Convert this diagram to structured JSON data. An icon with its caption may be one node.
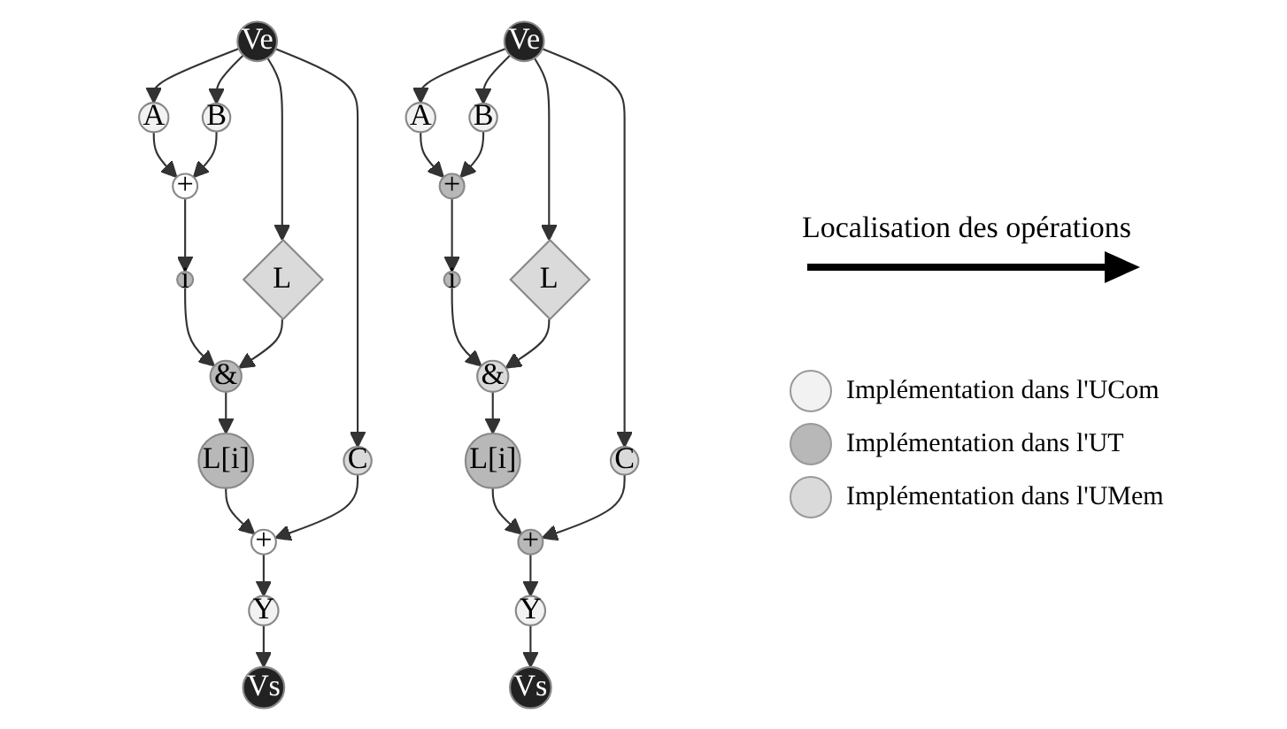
{
  "diagram": {
    "nodes": [
      {
        "text": [
          "Ve"
        ]
      },
      {
        "text": [
          "A"
        ]
      },
      {
        "text": [
          "B"
        ]
      },
      {
        "text": [
          "+"
        ]
      },
      {
        "text": [
          "i"
        ]
      },
      {
        "text": [
          "L"
        ]
      },
      {
        "text": [
          "&"
        ]
      },
      {
        "text": [
          "L[i]"
        ]
      },
      {
        "text": [
          "C"
        ]
      },
      {
        "text": [
          "+"
        ]
      },
      {
        "text": [
          "Y"
        ]
      },
      {
        "text": [
          "Vs"
        ]
      },
      {
        "text": [
          "Ve"
        ]
      },
      {
        "text": [
          "A"
        ]
      },
      {
        "text": [
          "B"
        ]
      },
      {
        "text": [
          "+"
        ]
      },
      {
        "text": [
          "i"
        ]
      },
      {
        "text": [
          "L"
        ]
      },
      {
        "text": [
          "&"
        ]
      },
      {
        "text": [
          "L[i]"
        ]
      },
      {
        "text": [
          "C"
        ]
      },
      {
        "text": [
          "+"
        ]
      },
      {
        "text": [
          "Y"
        ]
      },
      {
        "text": [
          "Vs"
        ]
      }
    ],
    "edges": [
      {
        "from": 0,
        "to": 1,
        "arrow": "to"
      },
      {
        "from": 0,
        "to": 2,
        "arrow": "to"
      },
      {
        "from": 1,
        "to": 3,
        "arrow": "to"
      },
      {
        "from": 2,
        "to": 3,
        "arrow": "to"
      },
      {
        "from": 3,
        "to": 4,
        "arrow": "to"
      },
      {
        "from": 0,
        "to": 5,
        "arrow": "to"
      },
      {
        "from": 4,
        "to": 6,
        "arrow": "to"
      },
      {
        "from": 5,
        "to": 6,
        "arrow": "to"
      },
      {
        "from": 6,
        "to": 7,
        "arrow": "to"
      },
      {
        "from": 0,
        "to": 8,
        "arrow": "to"
      },
      {
        "from": 7,
        "to": 9,
        "arrow": "to"
      },
      {
        "from": 8,
        "to": 9,
        "arrow": "to"
      },
      {
        "from": 9,
        "to": 10,
        "arrow": "to"
      },
      {
        "from": 10,
        "to": 11,
        "arrow": "to"
      },
      {
        "from": 12,
        "to": 13,
        "arrow": "to"
      },
      {
        "from": 12,
        "to": 14,
        "arrow": "to"
      },
      {
        "from": 13,
        "to": 15,
        "arrow": "to"
      },
      {
        "from": 14,
        "to": 15,
        "arrow": "to"
      },
      {
        "from": 15,
        "to": 16,
        "arrow": "to"
      },
      {
        "from": 12,
        "to": 17,
        "arrow": "to"
      },
      {
        "from": 16,
        "to": 18,
        "arrow": "to"
      },
      {
        "from": 17,
        "to": 18,
        "arrow": "to"
      },
      {
        "from": 18,
        "to": 19,
        "arrow": "to"
      },
      {
        "from": 12,
        "to": 20,
        "arrow": "to"
      },
      {
        "from": 19,
        "to": 21,
        "arrow": "to"
      },
      {
        "from": 20,
        "to": 21,
        "arrow": "to"
      },
      {
        "from": 21,
        "to": 22,
        "arrow": "to"
      },
      {
        "from": 22,
        "to": 23,
        "arrow": "to"
      }
    ],
    "labels": [
      "Localisation des opérations"
    ],
    "legend": [
      {
        "text": "Implémentation dans l'UCom",
        "color": "#f2f2f2"
      },
      {
        "text": "Implémentation dans l'UT",
        "color": "#b8b8b8"
      },
      {
        "text": "Implémentation dans l'UMem",
        "color": "#dadada"
      }
    ]
  }
}
